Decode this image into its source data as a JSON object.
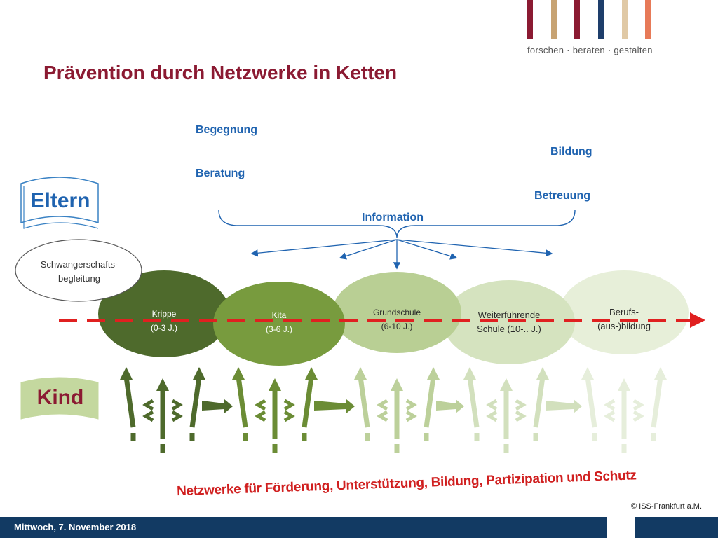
{
  "header": {
    "title": "Prävention durch Netzwerke in Ketten",
    "tagline": "forschen · beraten · gestalten",
    "logo_colors": [
      "#8b1a32",
      "#c7a373",
      "#8b1a32",
      "#1e3e6b",
      "#e0c9a6",
      "#e77a58"
    ]
  },
  "services": {
    "begegnung": "Begegnung",
    "beratung": "Beratung",
    "information": "Information",
    "bildung": "Bildung",
    "betreuung": "Betreuung"
  },
  "banners": {
    "eltern": "Eltern",
    "kind": "Kind"
  },
  "pregnancy": {
    "line1": "Schwangerschafts-",
    "line2": "begleitung"
  },
  "stages": [
    {
      "line1": "Krippe",
      "line2": "(0-3 J.)",
      "color": "#4e6a2c"
    },
    {
      "line1": "Kita",
      "line2": "(3-6 J.)",
      "color": "#789b3e"
    },
    {
      "line1": "Grundschule",
      "line2": "(6-10 J.)",
      "color": "#b9cf94"
    },
    {
      "line1": "Weiterführende",
      "line2": "Schule (10-.. J.)",
      "color": "#d5e3bf"
    },
    {
      "line1": "Berufs-",
      "line2": "(aus-)bildung",
      "color": "#e7efd9"
    }
  ],
  "arrow_colors": [
    "#4e6a2c",
    "#6b8c35",
    "#bcd09a",
    "#d2e0bd",
    "#e6eedb"
  ],
  "network_text": "Netzwerke für Förderung, Unterstützung, Bildung, Partizipation und Schutz",
  "footer": {
    "date": "Mittwoch, 7. November 2018",
    "copyright": "© ISS-Frankfurt a.M."
  }
}
